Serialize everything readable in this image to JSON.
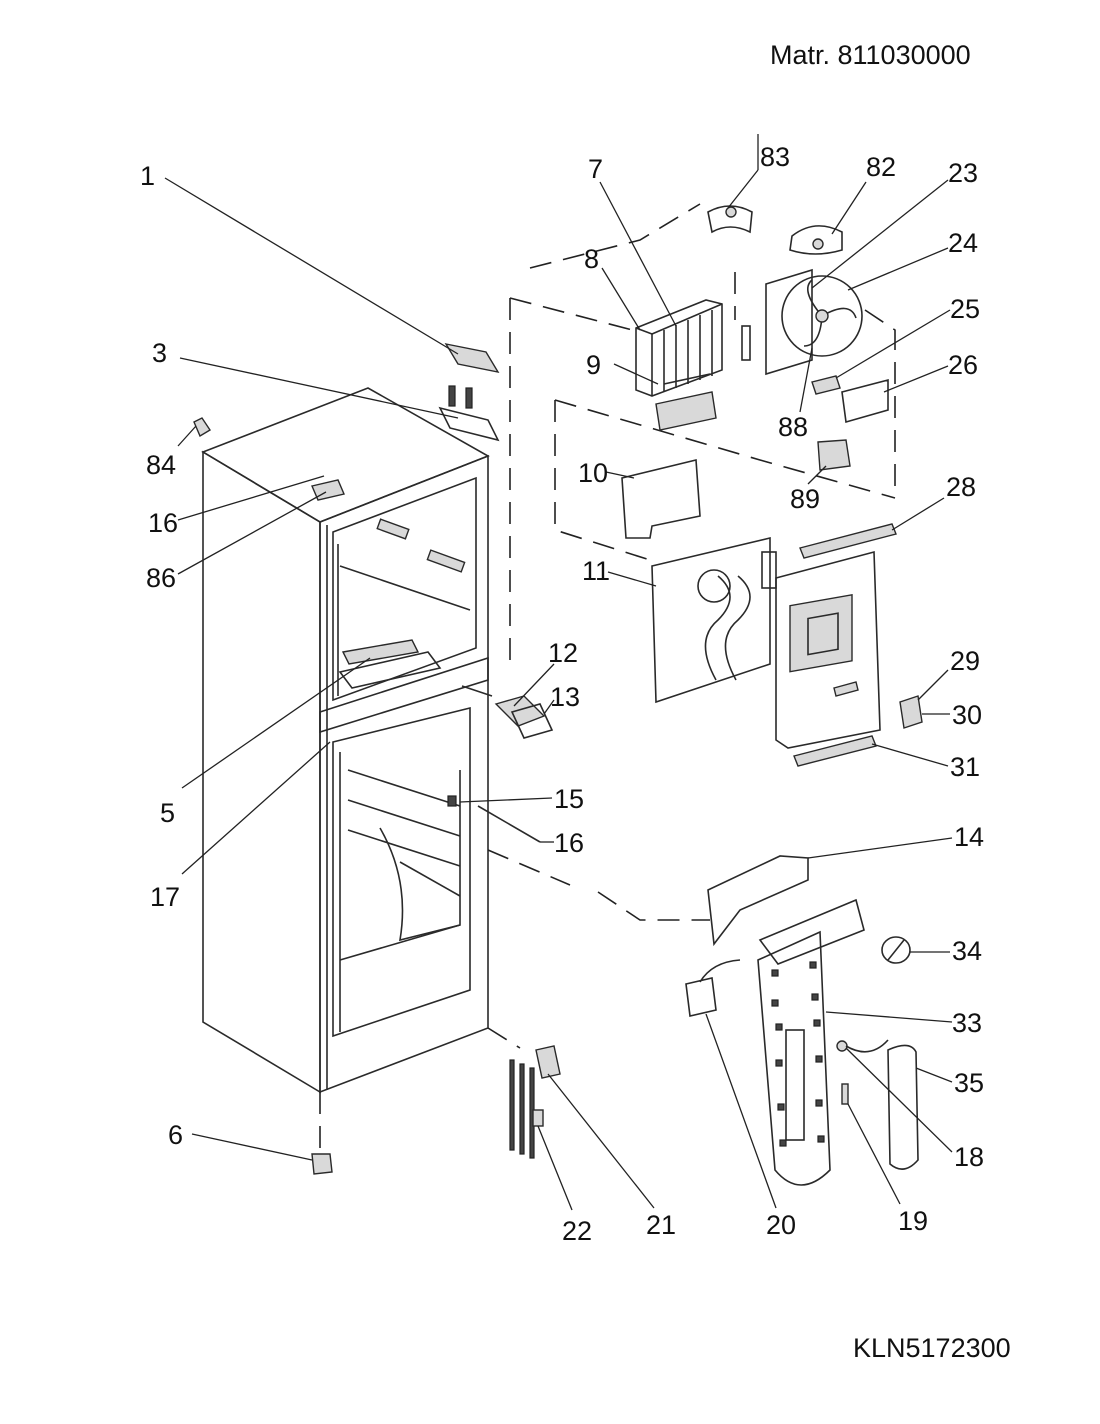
{
  "header": {
    "material_number": "Matr. 811030000"
  },
  "footer": {
    "drawing_code": "KLN5172300"
  },
  "callouts": [
    "1",
    "3",
    "84",
    "16",
    "86",
    "5",
    "17",
    "6",
    "7",
    "8",
    "9",
    "10",
    "11",
    "83",
    "82",
    "23",
    "24",
    "25",
    "26",
    "88",
    "89",
    "28",
    "29",
    "30",
    "31",
    "12",
    "13",
    "15",
    "16",
    "14",
    "34",
    "33",
    "35",
    "18",
    "19",
    "20",
    "21",
    "22"
  ]
}
